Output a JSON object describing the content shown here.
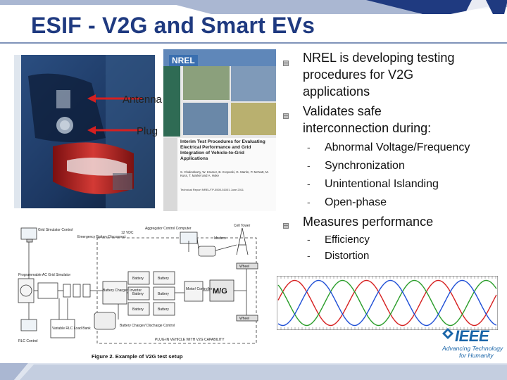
{
  "slide": {
    "title": "ESIF - V2G and Smart EVs"
  },
  "photo": {
    "antenna_label": "Antenna",
    "plug_label": "Plug"
  },
  "report": {
    "logo": "NREL",
    "title": "Interim Test Procedures for Evaluating Electrical Performance and Grid Integration of Vehicle-to-Grid Applications",
    "authors": "S. Chakraborty, W. Kramer, B. Kroposki, G. Martin, P. McNutt, M. Kuss, T. Markel and A. Hoke",
    "meta": "Technical Report NREL/TP-5500-51001 June 2011"
  },
  "bullets": [
    {
      "text_lines": [
        "NREL is developing testing",
        "procedures for V2G",
        "applications"
      ]
    },
    {
      "text_lines": [
        "Validates safe",
        "interconnection during:"
      ],
      "subitems": [
        "Abnormal Voltage/Frequency",
        "Synchronization",
        "Unintentional Islanding",
        "Open-phase"
      ]
    },
    {
      "text_lines": [
        "Measures performance"
      ],
      "subitems": [
        "Efficiency",
        "Distortion"
      ]
    }
  ],
  "schematic": {
    "grid_sim": "Grid Simulator Control",
    "prog_ac": "Programmable AC Grid Simulator",
    "rlc_ctrl": "Variable RLC Load Bank",
    "rlc_pc": "RLC Control",
    "emergency": "Emergency Battery Disconnect",
    "vdc": "12 VDC",
    "aggregator": "Aggregator Control Computer",
    "modem": "Modem",
    "cell_tower": "Cell Tower",
    "battery": "Battery",
    "charger": "Battery Charger/ Inverter",
    "motor": "Motor/ Controller",
    "mg": "M/G",
    "wheel": "Wheel",
    "charger_ctrl": "Battery Charger/ Discharge Control",
    "vehicle": "PLUG-IN VEHICLE WITH V2G CAPABILITY",
    "caption": "Figure 2. Example of V2G test setup"
  },
  "ieee": {
    "logo": "IEEE",
    "tagline1": "Advancing Technology",
    "tagline2": "for Humanity"
  },
  "colors": {
    "title": "#1f3a80",
    "ieee_blue": "#1a65a8",
    "band_blue": "#1f3a80",
    "band_light": "#aab7d2"
  }
}
